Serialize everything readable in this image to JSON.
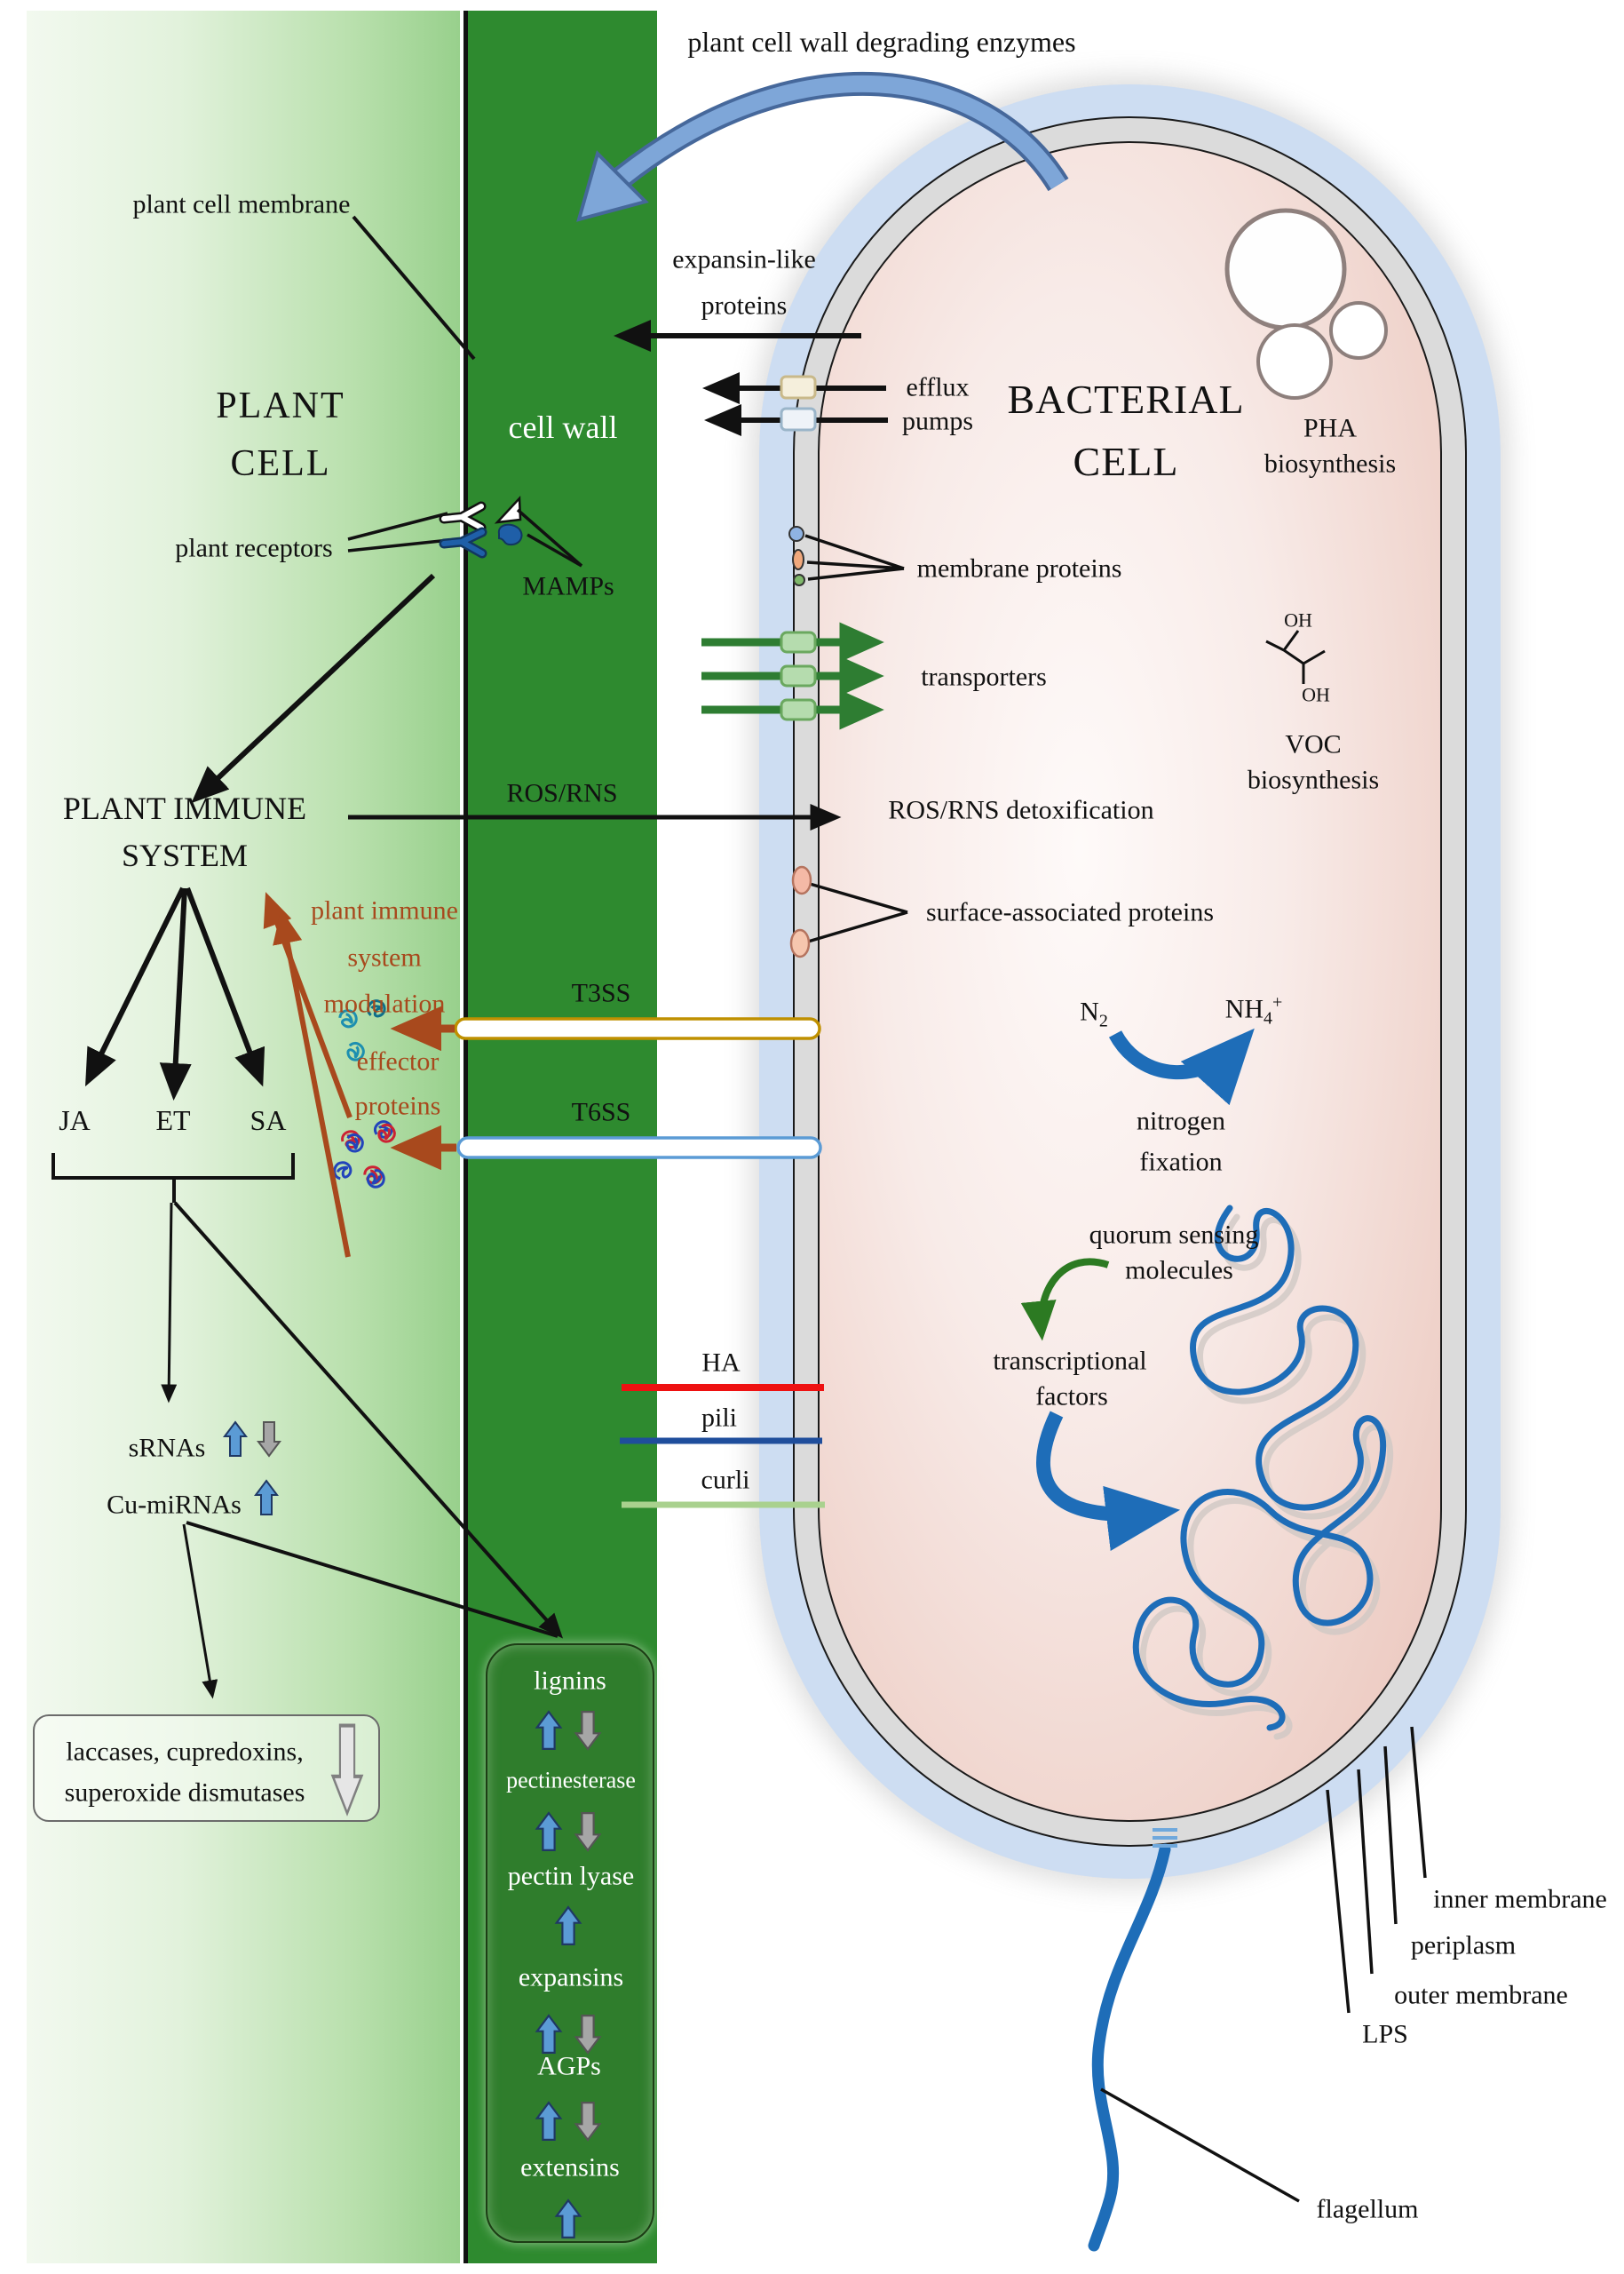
{
  "colors": {
    "wall_green": "#2e8a2f",
    "panel_green": "#2f7d2c",
    "plant_gradient_light": "#f2f9ef",
    "plant_gradient_dark": "#98d08c",
    "capsule_blue": "#cdddf2",
    "envelope_gray": "#dbdbdb",
    "cytoplasm_pink": "#eac3ba",
    "rust_brown": "#a8491d",
    "steel_blue_arrow": "#7ea6d8",
    "medium_blue": "#1e6db8",
    "up_arrow_blue": "#5b9bd5",
    "down_arrow_gray": "#a6a6a6",
    "ha_red": "#ee1111",
    "pili_blue": "#1f4e9c",
    "curli_green": "#a9d18e",
    "t3ss_gold": "#bf9000",
    "t6ss_blue": "#5b9bd5",
    "transporter_green": "#2e7d32",
    "quorum_green": "#2c7a22"
  },
  "plant_cell": {
    "title_line1": "PLANT",
    "title_line2": "CELL",
    "membrane_label": "plant cell membrane",
    "receptors_label": "plant receptors",
    "immune_line1": "PLANT IMMUNE",
    "immune_line2": "SYSTEM",
    "hormone_ja": "JA",
    "hormone_et": "ET",
    "hormone_sa": "SA",
    "srnas_label": "sRNAs",
    "cu_mirnas_label": "Cu-miRNAs",
    "laccases_line1": "laccases, cupredoxins,",
    "laccases_line2": "superoxide dismutases"
  },
  "cell_wall": {
    "label": "cell wall",
    "mamps_label": "MAMPs",
    "ros_rns_label": "ROS/RNS",
    "t3ss_label": "T3SS",
    "t6ss_label": "T6SS",
    "ha_label": "HA",
    "pili_label": "pili",
    "curli_label": "curli",
    "panel": {
      "items": [
        {
          "label": "lignins"
        },
        {
          "label": "pectinesterase"
        },
        {
          "label": "pectin lyase"
        },
        {
          "label": "expansins"
        },
        {
          "label": "AGPs"
        },
        {
          "label": "extensins"
        }
      ]
    }
  },
  "modulation": {
    "line1": "plant immune",
    "line2": "system",
    "line3": "modulation",
    "effector_line1": "effector",
    "effector_line2": "proteins"
  },
  "bacterial_cell": {
    "title_line1": "BACTERIAL",
    "title_line2": "CELL",
    "degrading_enzymes_label": "plant cell wall degrading enzymes",
    "expansin_line1": "expansin-like",
    "expansin_line2": "proteins",
    "efflux_line1": "efflux",
    "efflux_line2": "pumps",
    "membrane_proteins_label": "membrane proteins",
    "transporters_label": "transporters",
    "pha_line1": "PHA",
    "pha_line2": "biosynthesis",
    "oh_top": "OH",
    "oh_bottom": "OH",
    "voc_line1": "VOC",
    "voc_line2": "biosynthesis",
    "ros_detox_label": "ROS/RNS detoxification",
    "surface_proteins_label": "surface-associated proteins",
    "n2_base": "N",
    "n2_sub": "2",
    "nh4_base": "NH",
    "nh4_sub": "4",
    "nh4_sup": "+",
    "nitrogen_line1": "nitrogen",
    "nitrogen_line2": "fixation",
    "quorum_line1": "quorum sensing",
    "quorum_line2": "molecules",
    "transcriptional_line1": "transcriptional",
    "transcriptional_line2": "factors",
    "envelope_labels": [
      "inner membrane",
      "periplasm",
      "outer membrane",
      "LPS"
    ],
    "flagellum_label": "flagellum"
  }
}
